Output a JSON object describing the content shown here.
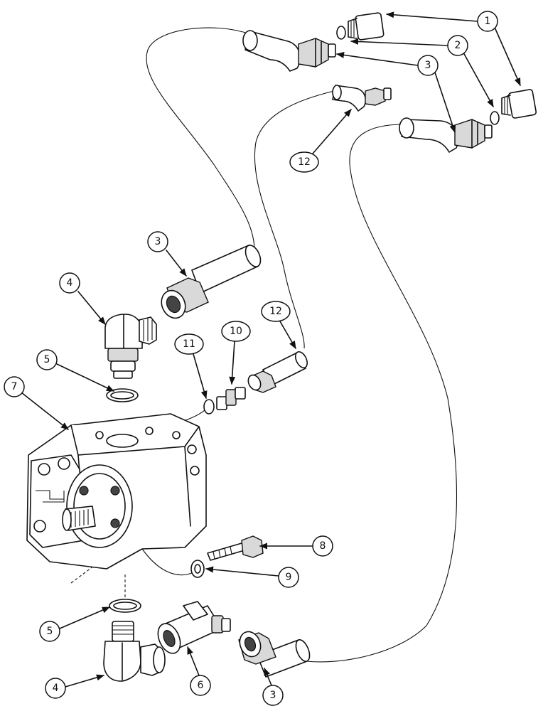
{
  "callouts": [
    {
      "id": "c1",
      "text": "1"
    },
    {
      "id": "c2",
      "text": "2"
    },
    {
      "id": "c3a",
      "text": "3"
    },
    {
      "id": "c12a",
      "text": "12"
    },
    {
      "id": "c3b",
      "text": "3"
    },
    {
      "id": "c4a",
      "text": "4"
    },
    {
      "id": "c12b",
      "text": "12"
    },
    {
      "id": "c10",
      "text": "10"
    },
    {
      "id": "c11",
      "text": "11"
    },
    {
      "id": "c5a",
      "text": "5"
    },
    {
      "id": "c7",
      "text": "7"
    },
    {
      "id": "c8",
      "text": "8"
    },
    {
      "id": "c9",
      "text": "9"
    },
    {
      "id": "c5b",
      "text": "5"
    },
    {
      "id": "c4b",
      "text": "4"
    },
    {
      "id": "c6",
      "text": "6"
    },
    {
      "id": "c3c",
      "text": "3"
    }
  ]
}
